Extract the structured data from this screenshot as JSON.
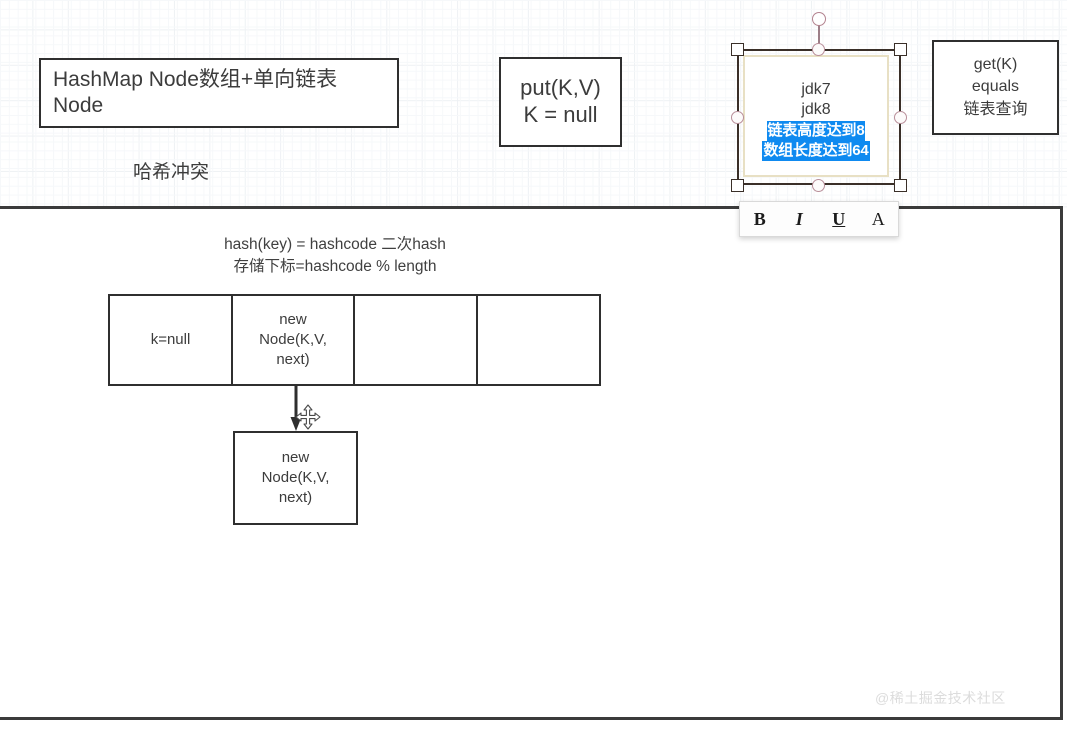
{
  "canvas": {
    "background_color": "#ffffff",
    "grid_color": "#eef1f4",
    "frame_color": "#3b3b3b"
  },
  "nodes": {
    "hashmap_title": "HashMap  Node数组+单向链表\nNode",
    "hash_collision": "哈希冲突",
    "put": "put(K,V)\nK = null",
    "get": "get(K)\nequals\n链表查询",
    "hash_formula": "hash(key) = hashcode 二次hash\n存储下标=hashcode  % length",
    "chain_node": "new\nNode(K,V,\nnext)"
  },
  "bucket_array": {
    "cells": [
      "k=null",
      "new\nNode(K,V,\nnext)",
      "",
      ""
    ]
  },
  "selected_shape": {
    "line1": "jdk7",
    "line2": "jdk8",
    "highlighted_line1": "链表高度达到8",
    "highlighted_line2": "数组长度达到64",
    "highlight_color": "#0f8af0",
    "highlight_text_color": "#ffffff",
    "shape_border_color": "#e8e0c4",
    "selection_border_color": "#3a2f28",
    "handle_color": "#b98f9a"
  },
  "format_toolbar": {
    "bold_label": "B",
    "italic_label": "I",
    "underline_label": "U",
    "text_color_label": "A"
  },
  "watermark": "@稀土掘金技术社区"
}
